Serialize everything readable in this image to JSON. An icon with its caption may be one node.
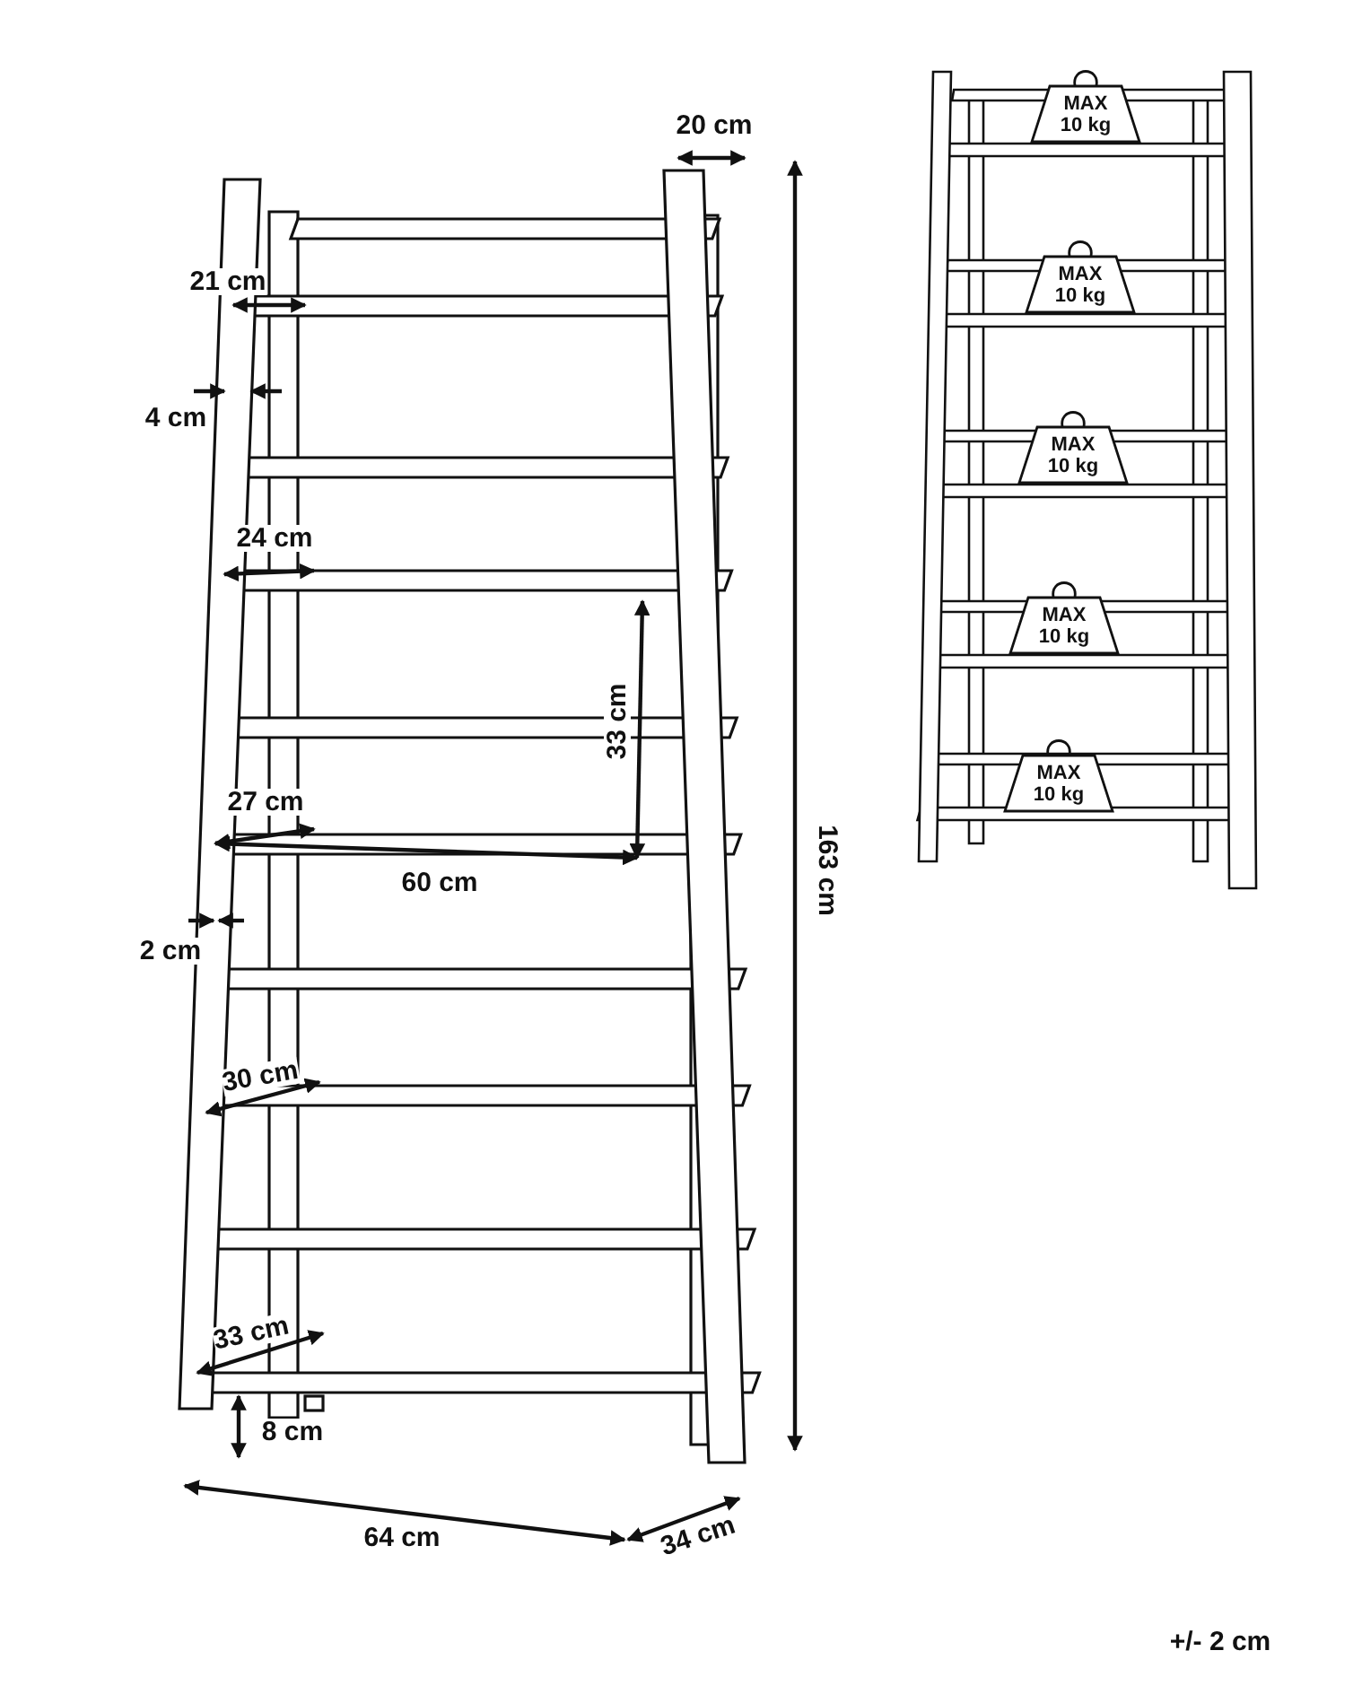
{
  "diagram": {
    "nodes": [
      {
        "text": [
          "MAX 10 kg"
        ]
      },
      {
        "text": [
          "MAX 10 kg"
        ]
      },
      {
        "text": [
          "MAX 10 kg"
        ]
      },
      {
        "text": [
          "MAX 10 kg"
        ]
      },
      {
        "text": [
          "MAX 10 kg"
        ]
      }
    ],
    "edges": [],
    "labels": [
      "20 cm",
      "21 cm",
      "4 cm",
      "24 cm",
      "33 cm",
      "27 cm",
      "163 cm",
      "60 cm",
      "2 cm",
      "30 cm",
      "33 cm",
      "8 cm",
      "64 cm",
      "34 cm",
      "+/- 2 cm"
    ]
  }
}
